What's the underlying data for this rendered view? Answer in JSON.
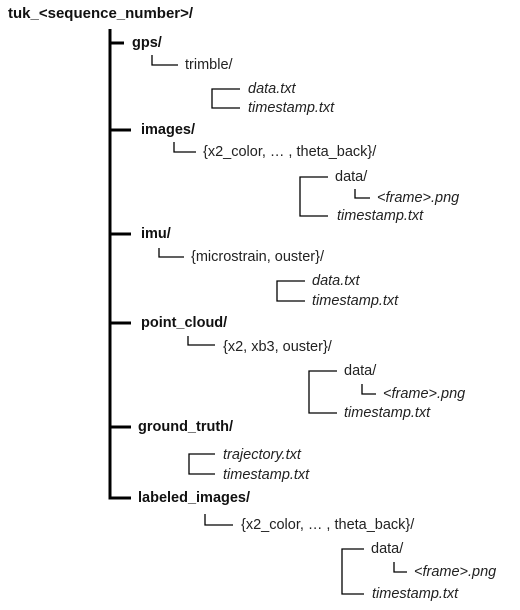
{
  "root": "tuk_<sequence_number>/",
  "gps": {
    "folder": "gps/",
    "sub": "trimble/",
    "files": [
      "data.txt",
      "timestamp.txt"
    ]
  },
  "images": {
    "folder": "images/",
    "sub": "{x2_color, … , theta_back}/",
    "data_dir": "data/",
    "frame": "<frame>.png",
    "timestamp": "timestamp.txt"
  },
  "imu": {
    "folder": "imu/",
    "sub": "{microstrain, ouster}/",
    "files": [
      "data.txt",
      "timestamp.txt"
    ]
  },
  "point_cloud": {
    "folder": "point_cloud/",
    "sub": "{x2, xb3, ouster}/",
    "data_dir": "data/",
    "frame": "<frame>.png",
    "timestamp": "timestamp.txt"
  },
  "ground_truth": {
    "folder": "ground_truth/",
    "files": [
      "trajectory.txt",
      "timestamp.txt"
    ]
  },
  "labeled_images": {
    "folder": "labeled_images/",
    "sub": "{x2_color, … , theta_back}/",
    "data_dir": "data/",
    "frame": "<frame>.png",
    "timestamp": "timestamp.txt"
  },
  "colors": {
    "line": "#000000",
    "text": "#222222"
  }
}
